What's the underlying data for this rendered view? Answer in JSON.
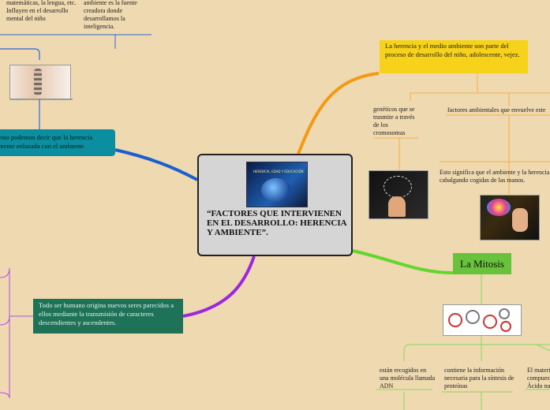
{
  "central": {
    "title": "“FACTORES QUE INTERVIENEN EN EL DESARROLLO: HERENCIA Y AMBIENTE”.",
    "image_caption": "HERENCIA, EDAD Y EDUCACIÓN"
  },
  "nodes": {
    "top_left_text_1": "matemáticas, la lengua, etc. Influyen en el desarrollo mental del niño",
    "top_left_text_2": "ambiente es la fuente creadora donde desarrollamos la inteligencia.",
    "teal_box": "esto podemos decir que la herencia mente enlazada con el ambiente",
    "green_box": "Todo ser humano origina nuevos seres parecidos a ellos mediante la transmisión de caracteres descendientes y ascendentes.",
    "yellow_box": "La herencia y el medio ambiente son parte del proceso de desarrollo del niño, adolescente, vejez.",
    "genetic_text": "genéticos que se trasmite a través de los cromosomas",
    "env_factors_text": "factores ambientales que envuelve este",
    "env_meaning_text": "Esto significa que el ambiente y la herencia cabalgando cogidas de las manos.",
    "mitosis": "La Mitosis",
    "adn_text": "están recogidos en una molécula llamada ADN",
    "protein_text": "contiene la información necesaria para la síntesis de proteínas",
    "material_text": "El material compuesto Ácido nu"
  },
  "colors": {
    "background": "#efd9b0",
    "blue_branch": "#1a5fd0",
    "orange_branch": "#f39a12",
    "green_branch": "#62d62e",
    "purple_branch": "#9b28e0"
  }
}
